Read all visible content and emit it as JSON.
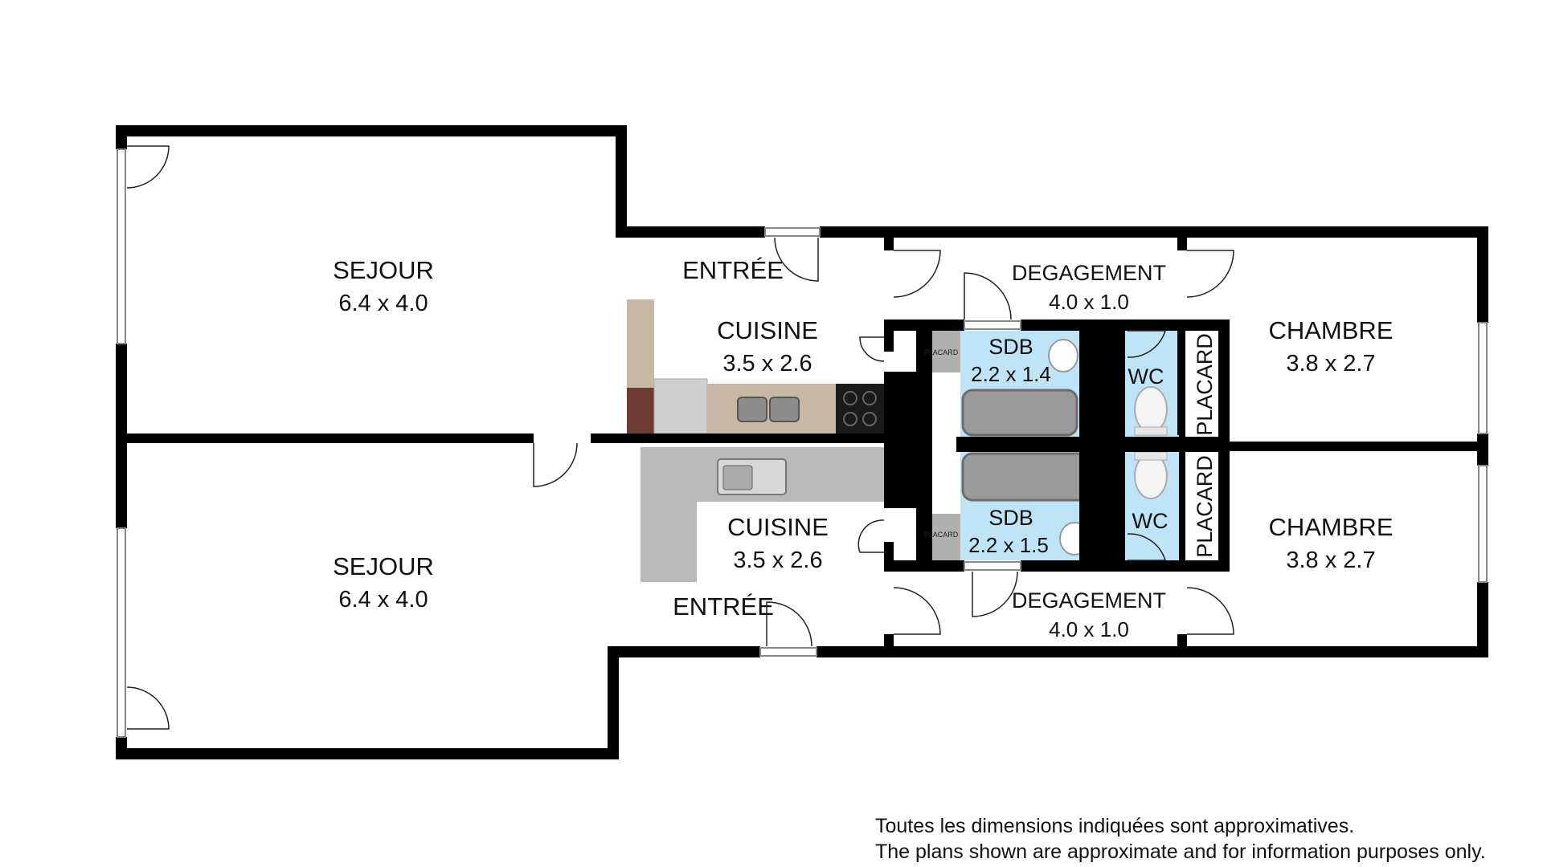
{
  "rooms": [
    {
      "id": "sejour-top",
      "name": "SEJOUR",
      "dims": "6.4 x 4.0"
    },
    {
      "id": "sejour-bottom",
      "name": "SEJOUR",
      "dims": "6.4 x 4.0"
    },
    {
      "id": "entree-top",
      "name": "ENTRÉE"
    },
    {
      "id": "entree-bottom",
      "name": "ENTRÉE"
    },
    {
      "id": "cuisine-top",
      "name": "CUISINE",
      "dims": "3.5 x 2.6"
    },
    {
      "id": "cuisine-bottom",
      "name": "CUISINE",
      "dims": "3.5 x 2.6"
    },
    {
      "id": "degagement-top",
      "name": "DEGAGEMENT",
      "dims": "4.0 x 1.0"
    },
    {
      "id": "degagement-bottom",
      "name": "DEGAGEMENT",
      "dims": "4.0 x 1.0"
    },
    {
      "id": "sdb-top",
      "name": "SDB",
      "dims": "2.2 x 1.4"
    },
    {
      "id": "sdb-bottom",
      "name": "SDB",
      "dims": "2.2 x 1.5"
    },
    {
      "id": "wc-top",
      "name": "WC"
    },
    {
      "id": "wc-bottom",
      "name": "WC"
    },
    {
      "id": "placard-top",
      "name": "PLACARD"
    },
    {
      "id": "placard-bottom",
      "name": "PLACARD"
    },
    {
      "id": "chambre-top",
      "name": "CHAMBRE",
      "dims": "3.8 x 2.7"
    },
    {
      "id": "chambre-bottom",
      "name": "CHAMBRE",
      "dims": "3.8 x 2.7"
    }
  ],
  "small_labels": {
    "placard_small_top": "PLACARD",
    "placard_small_bottom": "PLACARD"
  },
  "disclaimer": {
    "line1": "Toutes les dimensions indiquées sont approximatives.",
    "line2": "The plans shown are approximate and for information purposes only."
  },
  "colors": {
    "wall": "#000000",
    "wet_room": "#bfe3f7",
    "counter": "#b9b9b9",
    "granite": "#c7b8a5",
    "cabinet_brown": "#6d3b33"
  }
}
